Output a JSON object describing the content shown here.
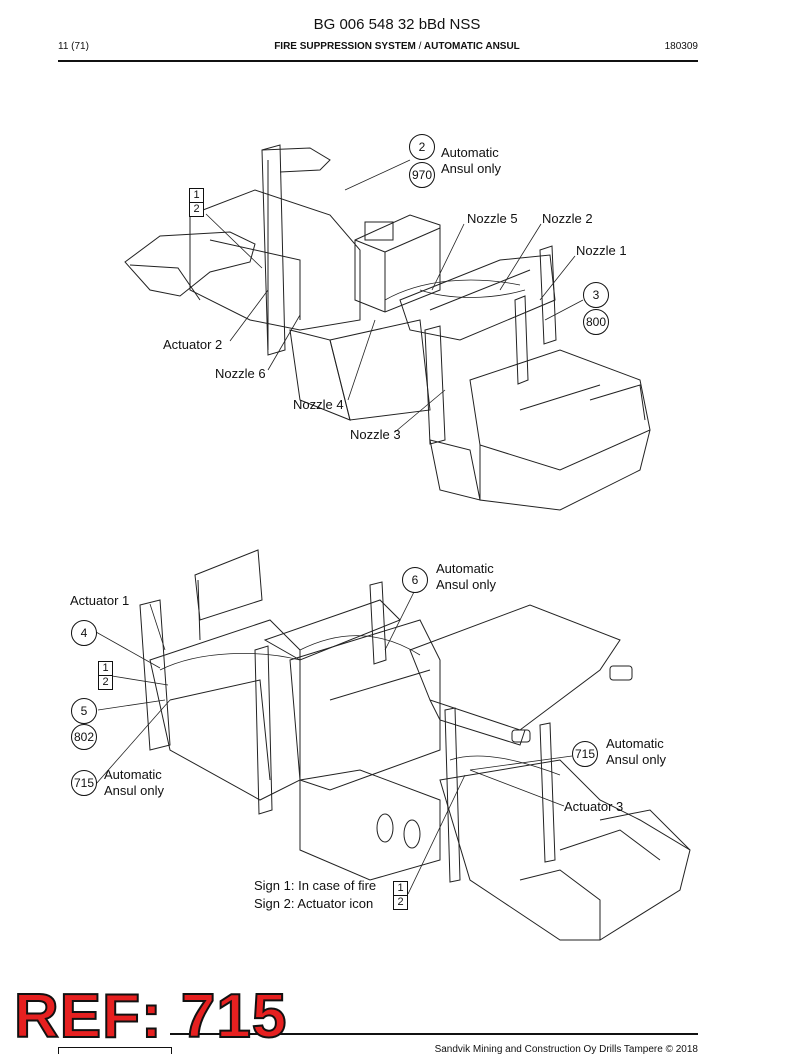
{
  "header": {
    "doc_title": "BG 006 548 32 bBd NSS",
    "page": "11 (71)",
    "section_left": "FIRE SUPPRESSION SYSTEM",
    "section_sep": "/",
    "section_right": "AUTOMATIC ANSUL",
    "date": "180309"
  },
  "diagram1": {
    "callout_2": "2",
    "callout_970": "970",
    "auto_line1": "Automatic",
    "auto_line2": "Ansul only",
    "box_1": "1",
    "box_2": "2",
    "nozzle5": "Nozzle 5",
    "nozzle2": "Nozzle 2",
    "nozzle1": "Nozzle 1",
    "callout_3": "3",
    "callout_800": "800",
    "actuator2": "Actuator 2",
    "nozzle6": "Nozzle 6",
    "nozzle4": "Nozzle 4",
    "nozzle3": "Nozzle 3"
  },
  "diagram2": {
    "auto_top_line1": "Automatic",
    "auto_top_line2": "Ansul only",
    "callout_6": "6",
    "actuator1": "Actuator 1",
    "callout_4": "4",
    "box_1": "1",
    "box_2": "2",
    "callout_5": "5",
    "callout_802": "802",
    "callout_715_left": "715",
    "auto_left_line1": "Automatic",
    "auto_left_line2": "Ansul only",
    "callout_715_right": "715",
    "auto_right_line1": "Automatic",
    "auto_right_line2": "Ansul only",
    "actuator3": "Actuator 3",
    "sign1": "Sign 1: In case of fire",
    "sign2": "Sign 2: Actuator icon",
    "sign_box_1": "1",
    "sign_box_2": "2"
  },
  "stamp": {
    "ref": "REF: 715"
  },
  "footer": {
    "copyright": "Sandvik Mining and Construction Oy Drills Tampere © 2018"
  }
}
